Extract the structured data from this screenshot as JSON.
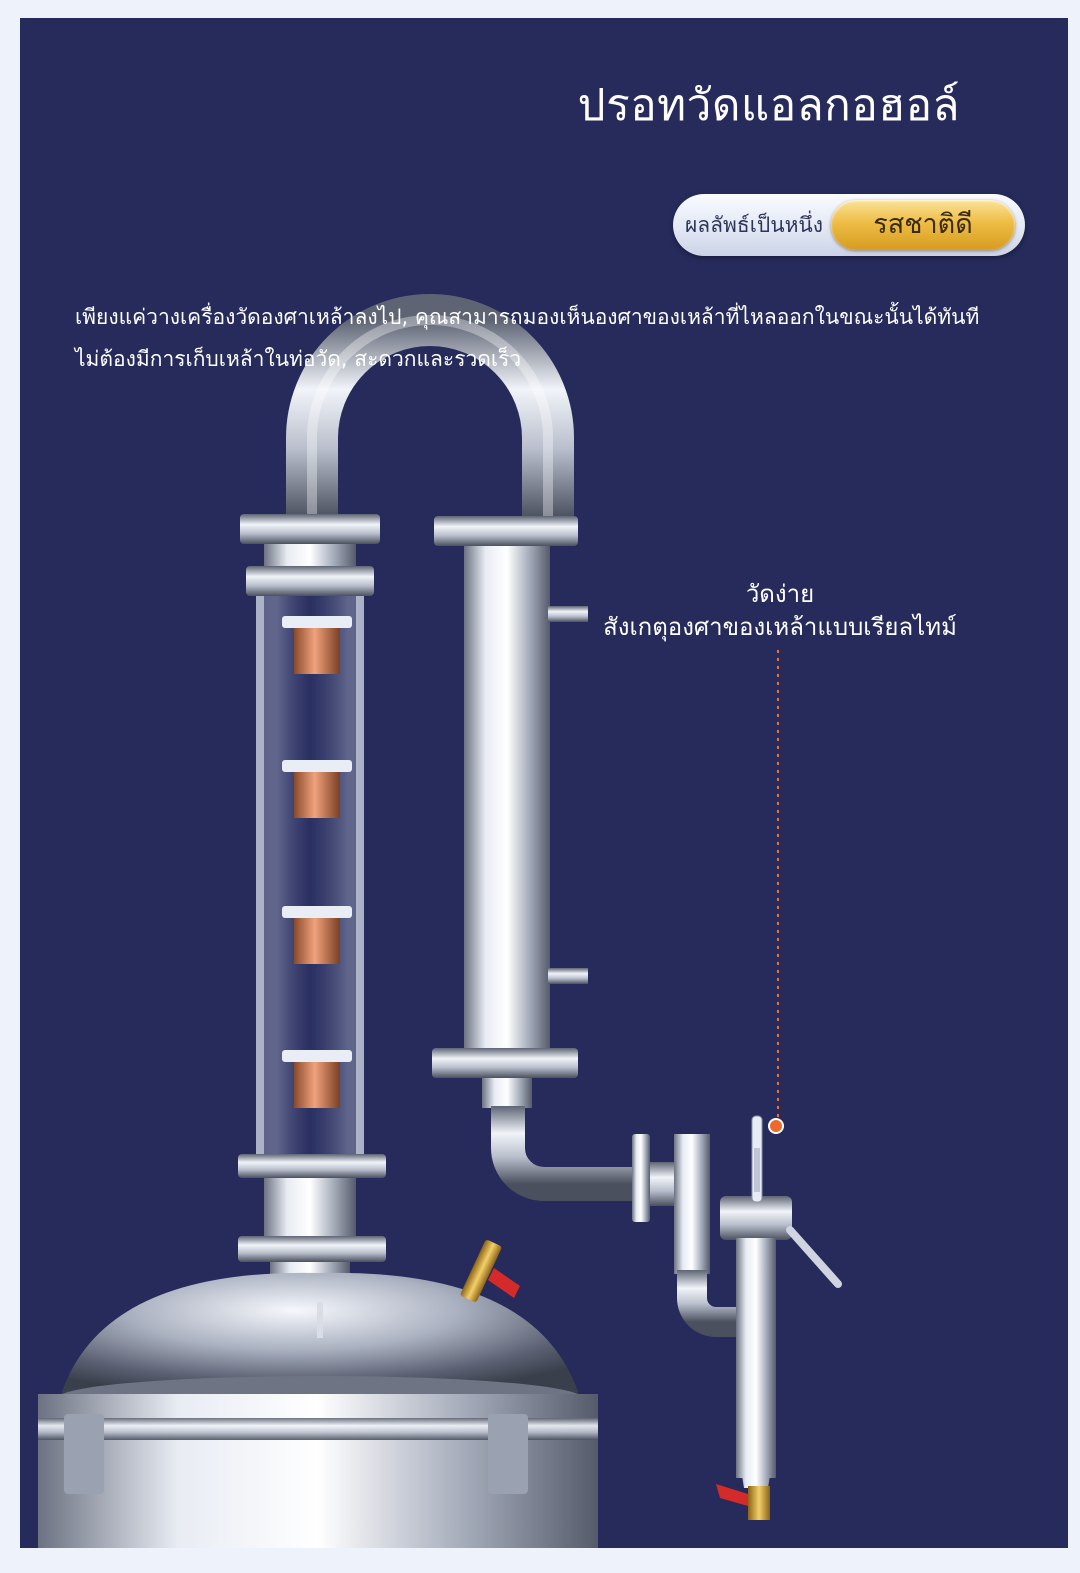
{
  "title": "ปรอทวัดแอลกอฮอล์",
  "badge": {
    "label": "ผลลัพธ์เป็นหนึ่ง",
    "highlight": "รสชาติดี"
  },
  "description": {
    "line1": "เพียงแค่วางเครื่องวัดองศาเหล้าลงไป, คุณสามารถมองเห็นองศาของเหล้าที่ไหลออกในขณะนั้นได้ทันที",
    "line2": "ไม่ต้องมีการเก็บเหล้าในท่อวัด, สะดวกและรวดเร็ว"
  },
  "callout": {
    "line1": "วัดง่าย",
    "line2": "สังเกตุองศาของเหล้าแบบเรียลไทม์"
  },
  "colors": {
    "background": "#262b5c",
    "gold": "#eebd45",
    "callout_line": "#e8703a"
  }
}
